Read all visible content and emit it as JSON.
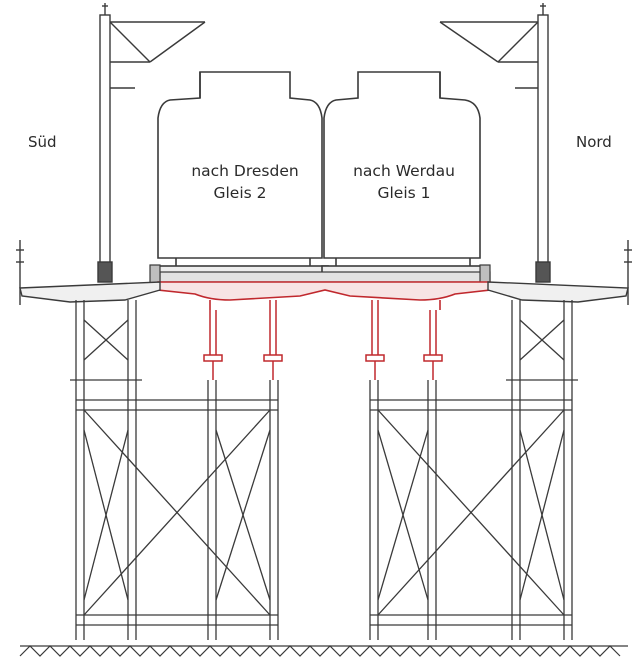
{
  "labels": {
    "south": "Süd",
    "north": "Nord",
    "left_train_line1": "nach Dresden",
    "left_train_line2": "Gleis 2",
    "right_train_line1": "nach Werdau",
    "right_train_line2": "Gleis 1"
  },
  "colors": {
    "line": "#3a3a3a",
    "highlight": "#c0282d",
    "background": "#ffffff"
  }
}
